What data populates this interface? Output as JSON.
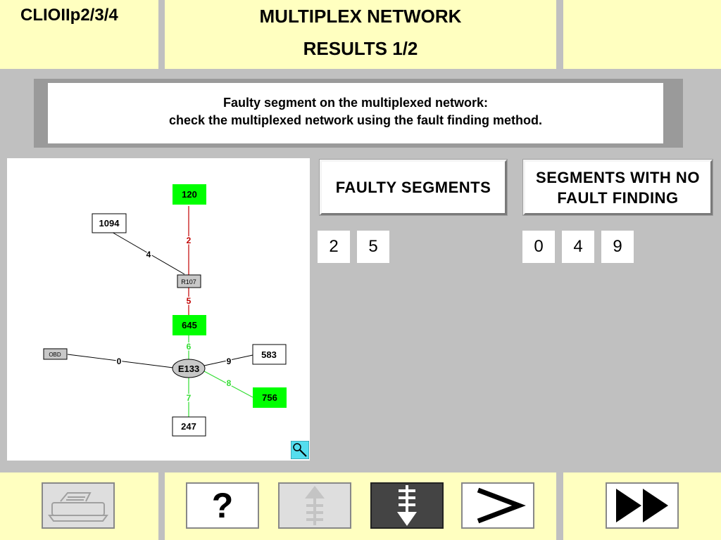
{
  "header": {
    "vehicle": "CLIOIIp2/3/4",
    "title": "MULTIPLEX NETWORK",
    "subtitle": "RESULTS 1/2"
  },
  "message": {
    "line1": "Faulty segment on the multiplexed network:",
    "line2": "check the multiplexed network using the fault finding method."
  },
  "diagram": {
    "nodes": {
      "n120": "120",
      "n1094": "1094",
      "r107": "R107",
      "n645": "645",
      "obd": "OBD",
      "e133": "E133",
      "n583": "583",
      "n756": "756",
      "n247": "247"
    },
    "segments": {
      "s0": "0",
      "s2": "2",
      "s4": "4",
      "s5": "5",
      "s6": "6",
      "s7": "7",
      "s8": "8",
      "s9": "9"
    },
    "colors": {
      "faulty": "#c00000",
      "ok": "#00ff00",
      "ok_line": "#33dd33",
      "neutral": "#000000",
      "grey_node": "#c8c8c8"
    },
    "zoom_icon": "magnifier-icon"
  },
  "buttons": {
    "faulty_segments": "FAULTY SEGMENTS",
    "no_fault_line1": "SEGMENTS WITH NO",
    "no_fault_line2": "FAULT FINDING"
  },
  "faulty_segments": [
    "2",
    "5"
  ],
  "no_fault_segments": [
    "0",
    "4",
    "9"
  ],
  "footer": {
    "icons": [
      "printer-icon",
      "help-icon",
      "arrow-up-icon",
      "arrow-down-icon",
      "next-icon",
      "fast-forward-icon"
    ],
    "help_label": "?"
  }
}
